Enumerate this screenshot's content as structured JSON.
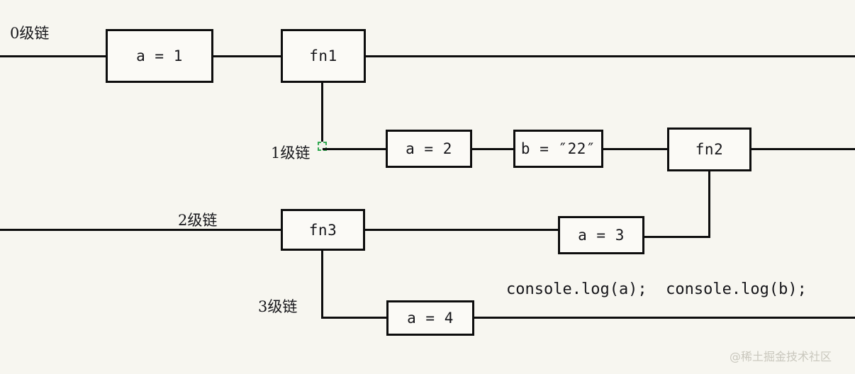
{
  "diagram": {
    "title": "scope-chain-diagram",
    "background_color": "#f7f6f0",
    "line_color": "#0d0d0d",
    "box_fill": "#fbfaf6",
    "handle_color": "#2fa84f",
    "watermark_color": "#c9c7bd"
  },
  "chain_labels": [
    {
      "id": "level0",
      "text": "0级链"
    },
    {
      "id": "level1",
      "text": "1级链"
    },
    {
      "id": "level2",
      "text": "2级链"
    },
    {
      "id": "level3",
      "text": "3级链"
    }
  ],
  "nodes": [
    {
      "id": "a1",
      "text": "a = 1"
    },
    {
      "id": "fn1",
      "text": "fn1"
    },
    {
      "id": "a2",
      "text": "a = 2"
    },
    {
      "id": "b22",
      "text": "b = ″22″"
    },
    {
      "id": "fn2",
      "text": "fn2"
    },
    {
      "id": "fn3",
      "text": "fn3"
    },
    {
      "id": "a3",
      "text": "a = 3"
    },
    {
      "id": "a4",
      "text": "a = 4"
    }
  ],
  "annotations": [
    {
      "id": "console-logs",
      "text": "console.log(a);  console.log(b);"
    }
  ],
  "watermark": {
    "text": "@稀土掘金技术社区"
  }
}
